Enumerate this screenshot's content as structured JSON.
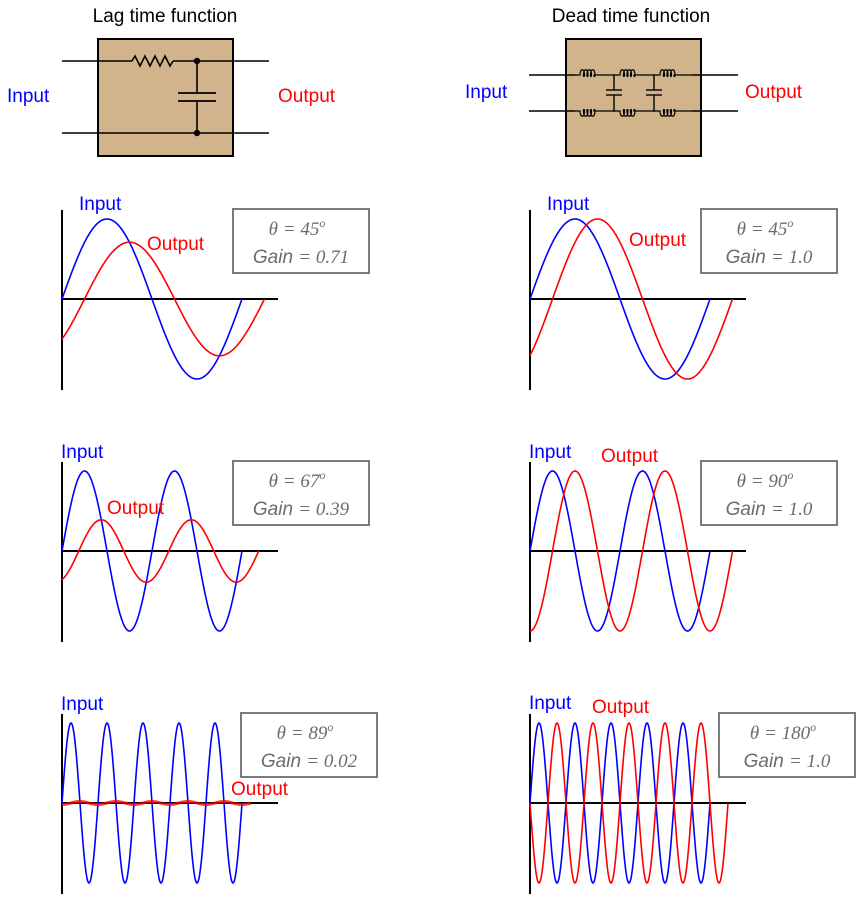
{
  "colors": {
    "input": "#0000ff",
    "output": "#ff0000",
    "box_fill": "#d2b48c",
    "annotation": "#6b6b6b"
  },
  "columns": [
    {
      "title": "Lag time function",
      "circuit": "rc-lowpass",
      "input_label": "Input",
      "output_label": "Output",
      "rows": [
        {
          "input_label": "Input",
          "output_label": "Output",
          "cycles": 1,
          "theta_label": "θ = 45",
          "theta_deg": 45,
          "gain_word": "Gain",
          "gain_value": "= 0.71",
          "gain": 0.71,
          "phase_shift_deg": 45
        },
        {
          "input_label": "Input",
          "output_label": "Output",
          "cycles": 2,
          "theta_label": "θ = 67",
          "theta_deg": 67,
          "gain_word": "Gain",
          "gain_value": "= 0.39",
          "gain": 0.39,
          "phase_shift_deg": 67
        },
        {
          "input_label": "Input",
          "output_label": "Output",
          "cycles": 5,
          "theta_label": "θ = 89",
          "theta_deg": 89,
          "gain_word": "Gain",
          "gain_value": "= 0.02",
          "gain": 0.02,
          "phase_shift_deg": 89
        }
      ]
    },
    {
      "title": "Dead time function",
      "circuit": "lc-ladder",
      "input_label": "Input",
      "output_label": "Output",
      "rows": [
        {
          "input_label": "Input",
          "output_label": "Output",
          "cycles": 1,
          "theta_label": "θ = 45",
          "theta_deg": 45,
          "gain_word": "Gain",
          "gain_value": "= 1.0",
          "gain": 1.0,
          "phase_shift_deg": 45
        },
        {
          "input_label": "Input",
          "output_label": "Output",
          "cycles": 2,
          "theta_label": "θ = 90",
          "theta_deg": 90,
          "gain_word": "Gain",
          "gain_value": "= 1.0",
          "gain": 1.0,
          "phase_shift_deg": 90
        },
        {
          "input_label": "Input",
          "output_label": "Output",
          "cycles": 5,
          "theta_label": "θ = 180",
          "theta_deg": 180,
          "gain_word": "Gain",
          "gain_value": "= 1.0",
          "gain": 1.0,
          "phase_shift_deg": 180
        }
      ]
    }
  ],
  "degree_symbol": "o"
}
